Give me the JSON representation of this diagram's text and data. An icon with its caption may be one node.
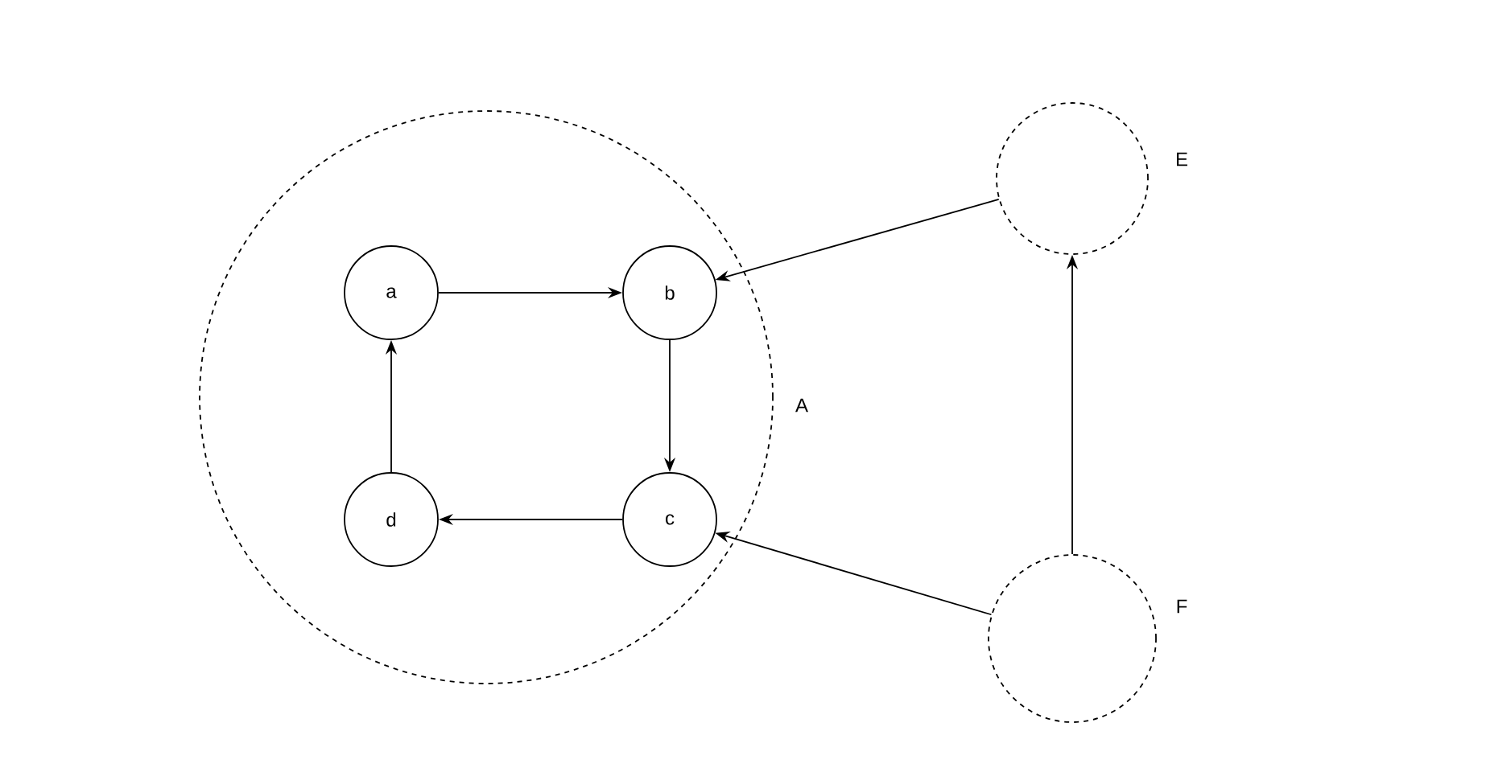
{
  "diagram": {
    "nodes": [
      {
        "text": [],
        "shape": "circle",
        "beside": [
          "A"
        ]
      },
      {
        "text": [
          "a"
        ],
        "in": 0
      },
      {
        "text": [
          "b"
        ],
        "in": 0
      },
      {
        "text": [
          "c"
        ],
        "in": 0
      },
      {
        "text": [
          "d"
        ],
        "in": 0
      },
      {
        "text": [],
        "shape": "circle",
        "beside": [
          "E"
        ]
      },
      {
        "text": [],
        "shape": "circle",
        "beside": [
          "F"
        ]
      }
    ],
    "edges": [
      {
        "from": 1,
        "to": 2,
        "arrow": "to"
      },
      {
        "from": 2,
        "to": 3,
        "arrow": "to"
      },
      {
        "from": 3,
        "to": 4,
        "arrow": "to"
      },
      {
        "from": 4,
        "to": 1,
        "arrow": "to"
      },
      {
        "from": 5,
        "to": 2,
        "arrow": "to"
      },
      {
        "from": 6,
        "to": 3,
        "arrow": "to"
      },
      {
        "from": 6,
        "to": 5,
        "arrow": "to"
      }
    ]
  }
}
